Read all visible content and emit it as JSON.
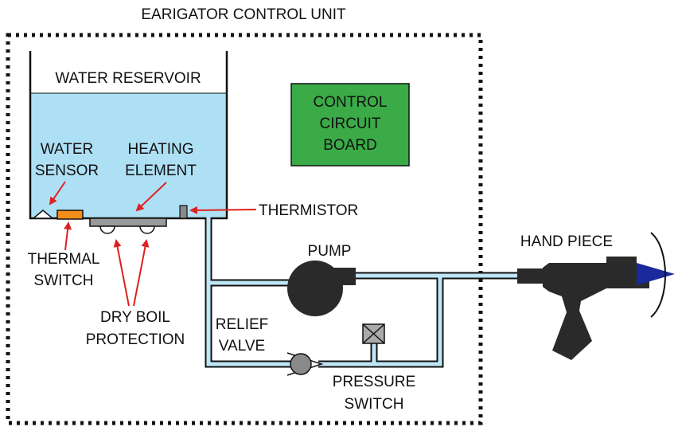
{
  "title": "EARIGATOR CONTROL UNIT",
  "labels": {
    "reservoir": "WATER RESERVOIR",
    "circuit_board": [
      "CONTROL",
      "CIRCUIT",
      "BOARD"
    ],
    "water_sensor": [
      "WATER",
      "SENSOR"
    ],
    "heating_element": [
      "HEATING",
      "ELEMENT"
    ],
    "thermistor": "THERMISTOR",
    "thermal_switch": [
      "THERMAL",
      "SWITCH"
    ],
    "dry_boil": [
      "DRY BOIL",
      "PROTECTION"
    ],
    "pump": "PUMP",
    "relief_valve": [
      "RELIEF",
      "VALVE"
    ],
    "pressure_switch": [
      "PRESSURE",
      "SWITCH"
    ],
    "hand_piece": "HAND PIECE"
  },
  "colors": {
    "water": "#aee0f5",
    "board": "#3aab47",
    "arrow": "#e02020",
    "sensor": "#f28c1a",
    "nozzle": "#1a2a9a",
    "dark": "#2a2a2a",
    "pipe_fill": "#bfe6f6"
  }
}
